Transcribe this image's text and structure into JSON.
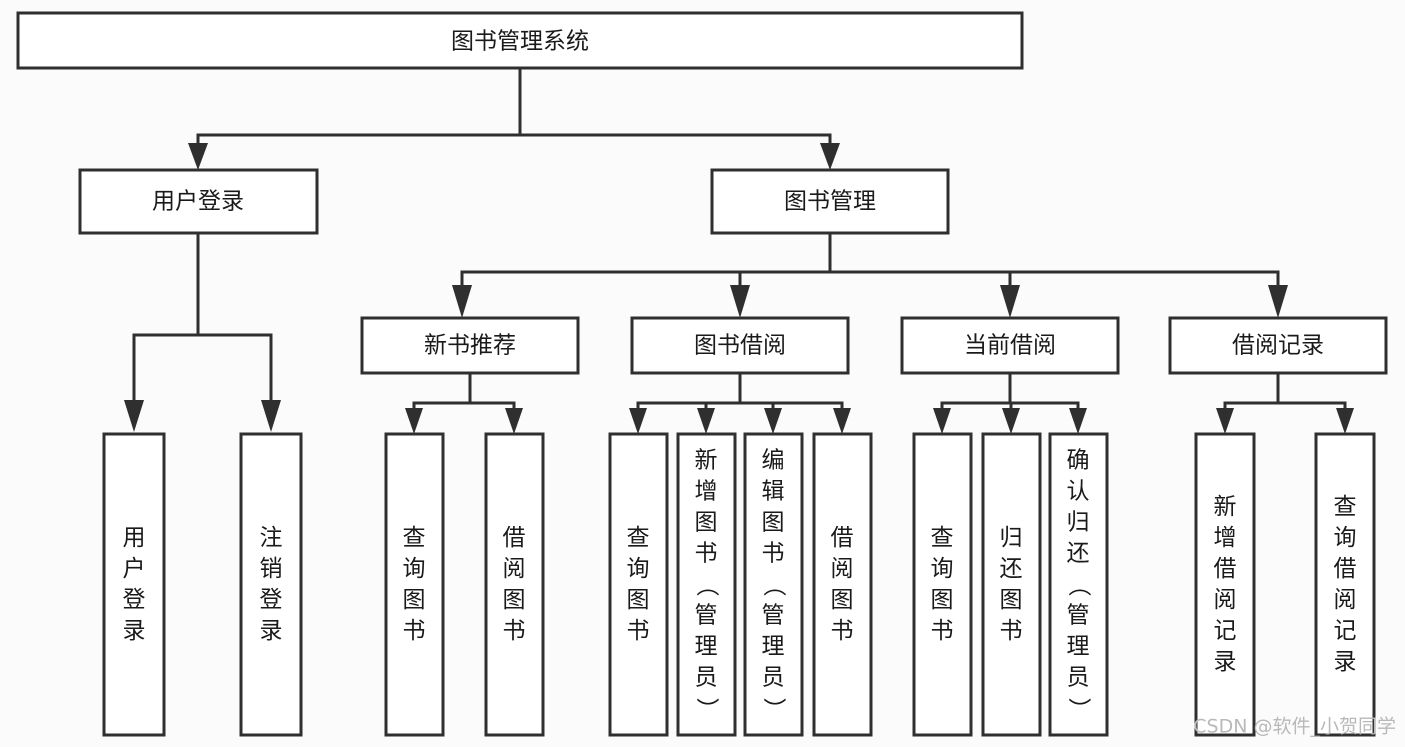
{
  "diagram": {
    "type": "tree-hierarchy",
    "title": "图书管理系统",
    "root": {
      "id": "root",
      "label": "图书管理系统"
    },
    "level2": [
      {
        "id": "user-login",
        "label": "用户登录"
      },
      {
        "id": "book-manage",
        "label": "图书管理"
      }
    ],
    "level3": [
      {
        "id": "new-book-rec",
        "label": "新书推荐",
        "parent": "book-manage"
      },
      {
        "id": "book-borrow",
        "label": "图书借阅",
        "parent": "book-manage"
      },
      {
        "id": "current-borrow",
        "label": "当前借阅",
        "parent": "book-manage"
      },
      {
        "id": "borrow-record",
        "label": "借阅记录",
        "parent": "book-manage"
      }
    ],
    "leaves": [
      {
        "id": "leaf-user-login",
        "label": "用户登录",
        "parent": "user-login"
      },
      {
        "id": "leaf-user-logout",
        "label": "注销登录",
        "parent": "user-login"
      },
      {
        "id": "leaf-query-book-1",
        "label": "查询图书",
        "parent": "new-book-rec"
      },
      {
        "id": "leaf-borrow-book-1",
        "label": "借阅图书",
        "parent": "new-book-rec"
      },
      {
        "id": "leaf-query-book-2",
        "label": "查询图书",
        "parent": "book-borrow"
      },
      {
        "id": "leaf-add-book",
        "label": "新增图书（管理员）",
        "parent": "book-borrow"
      },
      {
        "id": "leaf-edit-book",
        "label": "编辑图书（管理员）",
        "parent": "book-borrow"
      },
      {
        "id": "leaf-borrow-book-2",
        "label": "借阅图书",
        "parent": "book-borrow"
      },
      {
        "id": "leaf-query-book-3",
        "label": "查询图书",
        "parent": "current-borrow"
      },
      {
        "id": "leaf-return-book",
        "label": "归还图书",
        "parent": "current-borrow"
      },
      {
        "id": "leaf-confirm-return",
        "label": "确认归还（管理员）",
        "parent": "current-borrow"
      },
      {
        "id": "leaf-add-record",
        "label": "新增借阅记录",
        "parent": "borrow-record"
      },
      {
        "id": "leaf-query-record",
        "label": "查询借阅记录",
        "parent": "borrow-record"
      }
    ],
    "colors": {
      "box_fill": "#ffffff",
      "box_stroke": "#2f2f2f",
      "connector": "#2f2f2f",
      "text": "#1a1a1a",
      "background": "#fbfbfb",
      "watermark": "#b9b9b9"
    }
  },
  "watermark": {
    "text": "CSDN @软件_小贺同学"
  }
}
